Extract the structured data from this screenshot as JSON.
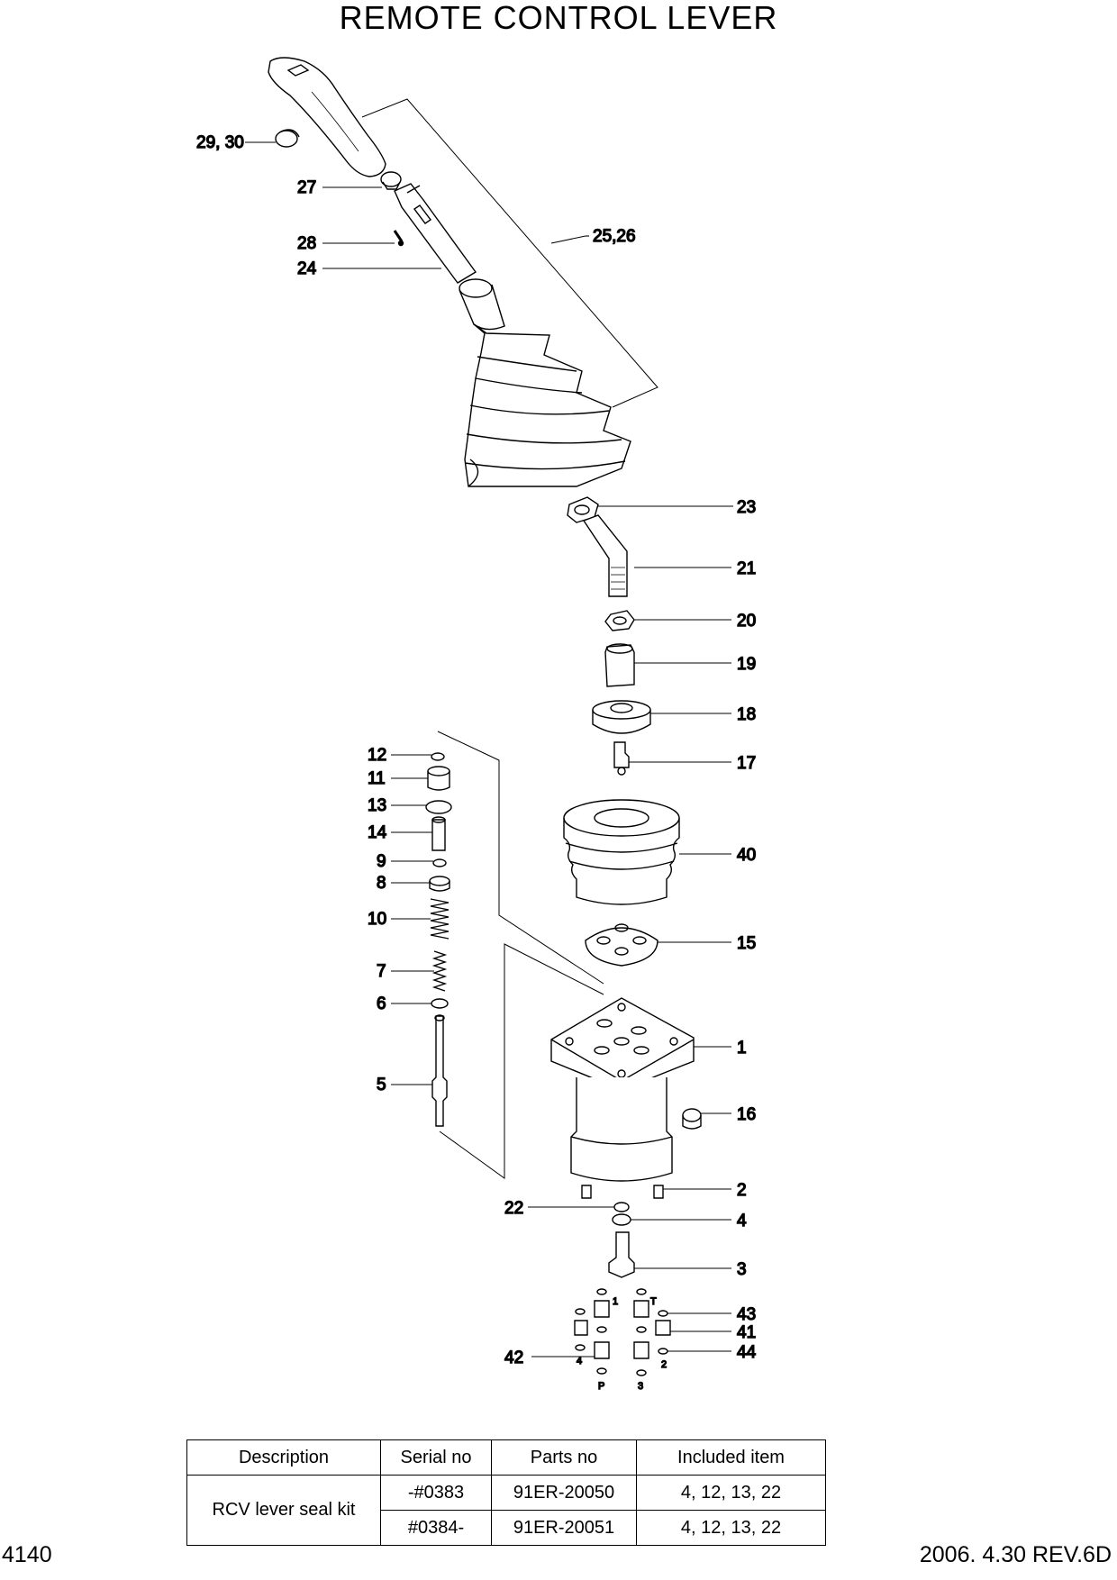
{
  "title": "REMOTE CONTROL LEVER",
  "footer": {
    "page": "4140",
    "revision": "2006. 4.30  REV.6D"
  },
  "callouts": {
    "c2930": "29, 30",
    "c27": "27",
    "c28": "28",
    "c24": "24",
    "c2526": "25,26",
    "c23": "23",
    "c21": "21",
    "c20": "20",
    "c19": "19",
    "c18": "18",
    "c17": "17",
    "c40": "40",
    "c15": "15",
    "c1": "1",
    "c16": "16",
    "c2": "2",
    "c4": "4",
    "c3": "3",
    "c22": "22",
    "c43": "43",
    "c41": "41",
    "c44": "44",
    "c42": "42",
    "c12": "12",
    "c11": "11",
    "c13": "13",
    "c14": "14",
    "c9": "9",
    "c8": "8",
    "c10": "10",
    "c7": "7",
    "c6": "6",
    "c5": "5"
  },
  "ports": {
    "p1": "1",
    "pT": "T",
    "p4": "4",
    "p2": "2",
    "pP": "P",
    "p3": "3"
  },
  "table": {
    "headers": [
      "Description",
      "Serial no",
      "Parts no",
      "Included item"
    ],
    "description": "RCV lever seal kit",
    "rows": [
      {
        "serial": "-#0383",
        "part": "91ER-20050",
        "items": "4, 12, 13, 22"
      },
      {
        "serial": "#0384-",
        "part": "91ER-20051",
        "items": "4, 12, 13, 22"
      }
    ]
  }
}
